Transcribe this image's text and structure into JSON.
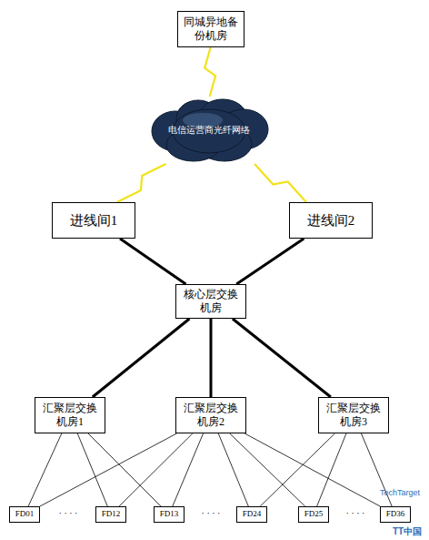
{
  "diagram": {
    "nodes": [
      {
        "text": [
          "同城异地备份机房"
        ]
      },
      {
        "text": [
          "电信运营商光纤网络"
        ]
      },
      {
        "text": [
          "进线间1"
        ]
      },
      {
        "text": [
          "进线间2"
        ]
      },
      {
        "text": [
          "核心层交换机房"
        ]
      },
      {
        "text": [
          "汇聚层交换机房1"
        ]
      },
      {
        "text": [
          "汇聚层交换机房2"
        ]
      },
      {
        "text": [
          "汇聚层交换机房3"
        ]
      },
      {
        "text": [
          "FD01"
        ]
      },
      {
        "text": [
          "FD12"
        ]
      },
      {
        "text": [
          "FD13"
        ]
      },
      {
        "text": [
          "FD24"
        ]
      },
      {
        "text": [
          "FD25"
        ]
      },
      {
        "text": [
          "FD36"
        ]
      }
    ],
    "edges": [
      {
        "from": 0,
        "to": 1,
        "arrow": "none"
      },
      {
        "from": 1,
        "to": 2,
        "arrow": "none"
      },
      {
        "from": 1,
        "to": 3,
        "arrow": "none"
      },
      {
        "from": 2,
        "to": 4,
        "arrow": "none"
      },
      {
        "from": 3,
        "to": 4,
        "arrow": "none"
      },
      {
        "from": 4,
        "to": 5,
        "arrow": "none"
      },
      {
        "from": 4,
        "to": 6,
        "arrow": "none"
      },
      {
        "from": 4,
        "to": 7,
        "arrow": "none"
      },
      {
        "from": 5,
        "to": 8,
        "arrow": "none"
      },
      {
        "from": 5,
        "to": 9,
        "arrow": "none"
      },
      {
        "from": 5,
        "to": 10,
        "arrow": "none"
      },
      {
        "from": 6,
        "to": 8,
        "arrow": "none"
      },
      {
        "from": 6,
        "to": 9,
        "arrow": "none"
      },
      {
        "from": 6,
        "to": 10,
        "arrow": "none"
      },
      {
        "from": 6,
        "to": 11,
        "arrow": "none"
      },
      {
        "from": 6,
        "to": 12,
        "arrow": "none"
      },
      {
        "from": 6,
        "to": 13,
        "arrow": "none"
      },
      {
        "from": 7,
        "to": 11,
        "arrow": "none"
      },
      {
        "from": 7,
        "to": 12,
        "arrow": "none"
      },
      {
        "from": 7,
        "to": 13,
        "arrow": "none"
      }
    ],
    "labels": [
      "· · · ·",
      "· · · ·",
      "· · · ·",
      "TechTarget",
      "TT中国"
    ]
  }
}
